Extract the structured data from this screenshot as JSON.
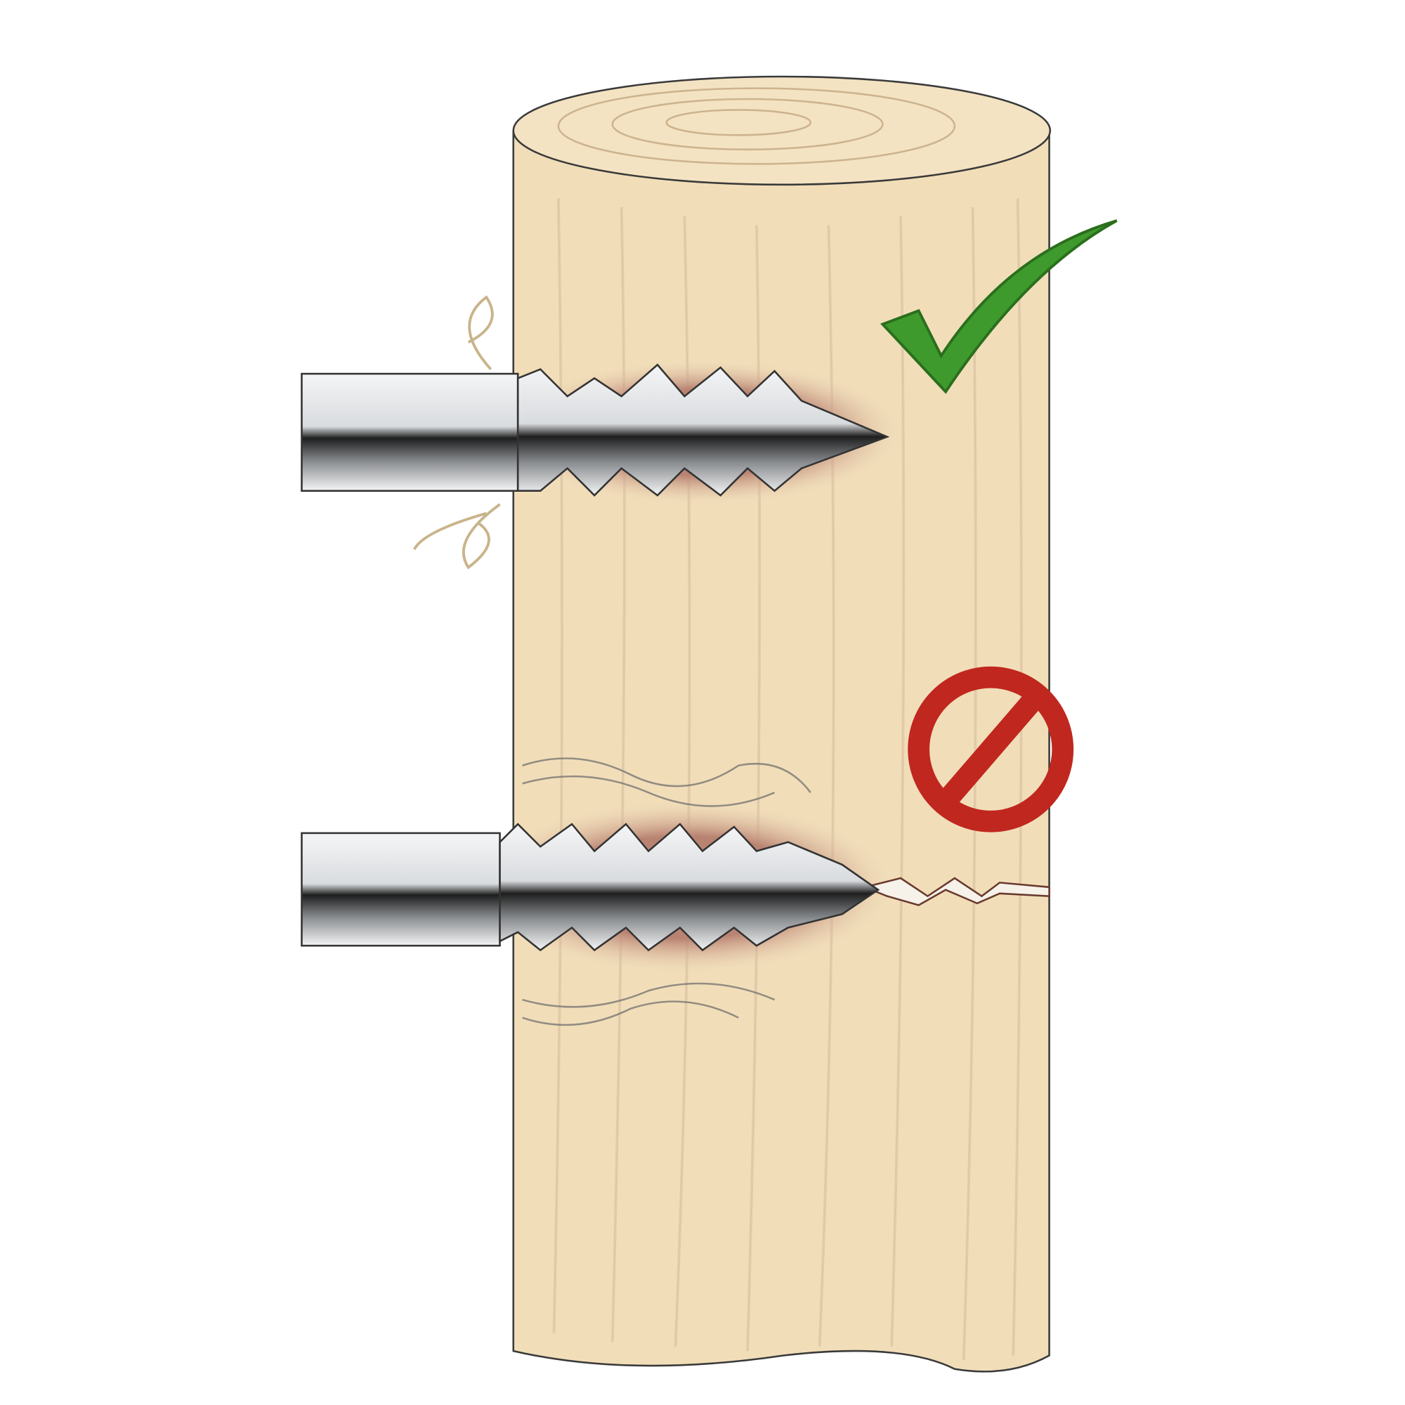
{
  "illustration": {
    "subject": "screw-insertion-comparison",
    "panels": [
      {
        "id": "correct",
        "icon": "check-mark-icon",
        "tool": "self-drilling-screw"
      },
      {
        "id": "incorrect",
        "icon": "prohibited-icon",
        "tool": "wood-screw-splitting"
      }
    ]
  },
  "colors": {
    "wood": "#f1deb9",
    "wood_top": "#f4e3c2",
    "wood_grain": "#d9bfa0",
    "wound": "#c9907e",
    "steel_light": "#eef0f2",
    "steel_dark": "#2b2b2b",
    "check": "#3e9a2c",
    "prohibit": "#c0271f"
  }
}
